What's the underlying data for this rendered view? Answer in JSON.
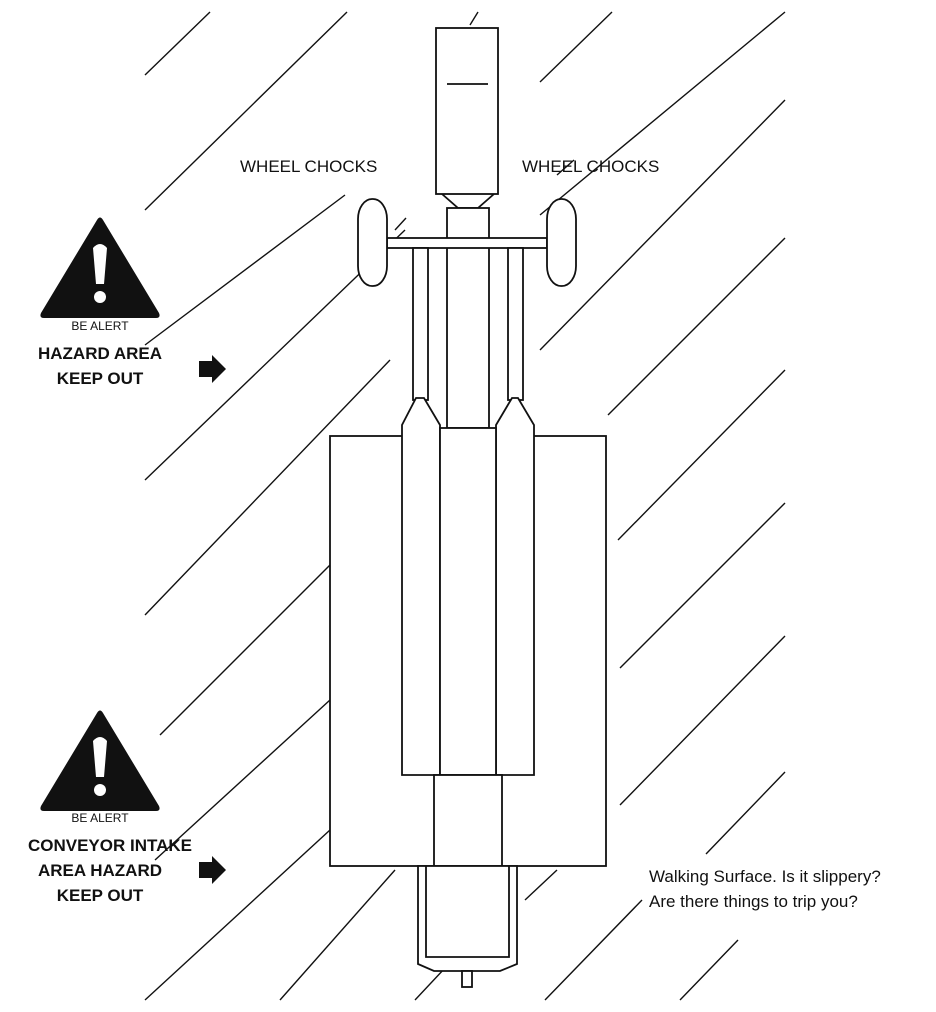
{
  "labels": {
    "wheel_chocks_left": "WHEEL CHOCKS",
    "wheel_chocks_right": "WHEEL CHOCKS",
    "walking_surface_1": "Walking Surface.  Is it slippery?",
    "walking_surface_2": "Are there things to trip you?"
  },
  "warnings": [
    {
      "badge": "BE ALERT",
      "lines": [
        "HAZARD AREA",
        "KEEP OUT"
      ],
      "icon": "warning-triangle-icon"
    },
    {
      "badge": "BE ALERT",
      "lines": [
        "CONVEYOR INTAKE",
        "AREA HAZARD",
        "KEEP OUT"
      ],
      "icon": "warning-triangle-icon"
    }
  ],
  "colors": {
    "ink": "#111111",
    "background": "#ffffff"
  }
}
